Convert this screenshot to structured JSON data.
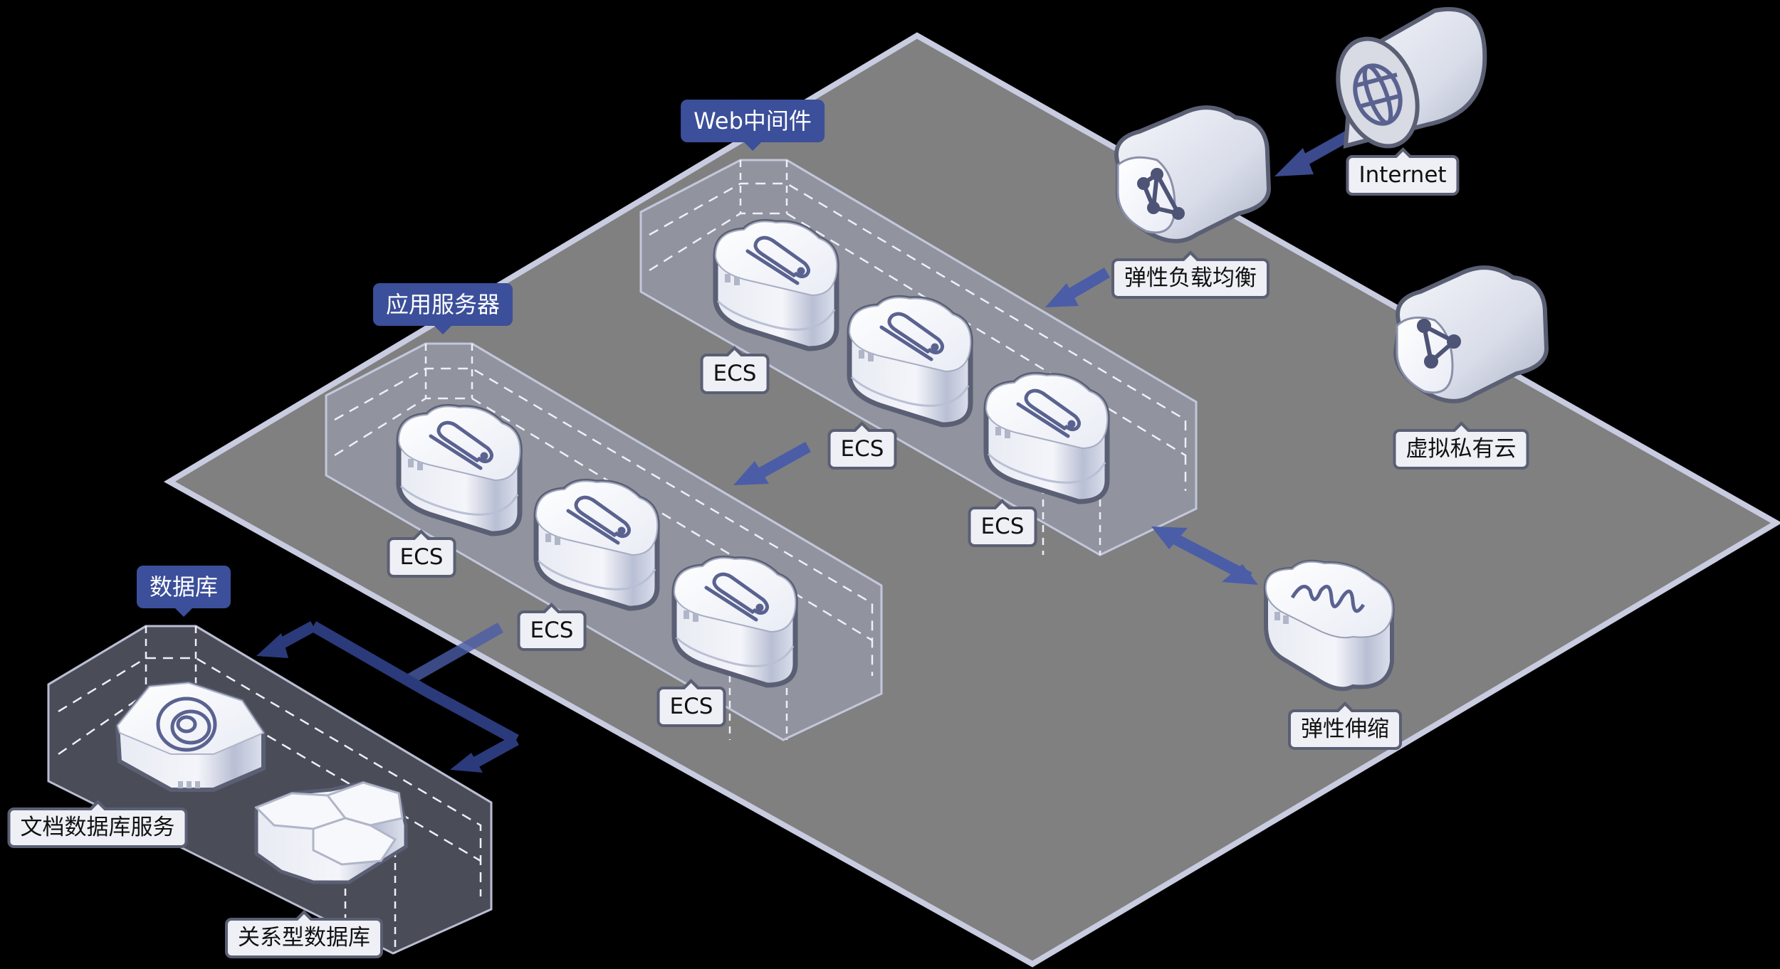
{
  "diagram": {
    "groups": {
      "web_middleware": "Web中间件",
      "app_servers": "应用服务器",
      "database": "数据库"
    },
    "nodes": {
      "internet": {
        "label": "Internet",
        "icon": "globe-icon"
      },
      "load_balancer": {
        "label": "弹性负载均衡",
        "icon": "network-triangle-icon"
      },
      "vpc": {
        "label": "虚拟私有云",
        "icon": "triangle-nodes-icon"
      },
      "auto_scaling": {
        "label": "弹性伸缩",
        "icon": "spring-coil-icon"
      },
      "doc_db": {
        "label": "文档数据库服务",
        "icon": "spiral-icon"
      },
      "rel_db": {
        "label": "关系型数据库",
        "icon": "hexagon-cluster-icon"
      }
    },
    "web_ecs": [
      {
        "label": "ECS",
        "icon": "paperclip-icon"
      },
      {
        "label": "ECS",
        "icon": "paperclip-icon"
      },
      {
        "label": "ECS",
        "icon": "paperclip-icon"
      }
    ],
    "app_ecs": [
      {
        "label": "ECS",
        "icon": "paperclip-icon"
      },
      {
        "label": "ECS",
        "icon": "paperclip-icon"
      },
      {
        "label": "ECS",
        "icon": "paperclip-icon"
      }
    ],
    "flows": [
      {
        "from": "Internet",
        "to": "弹性负载均衡",
        "type": "one-way"
      },
      {
        "from": "弹性负载均衡",
        "to": "Web中间件",
        "type": "one-way"
      },
      {
        "from": "Web中间件",
        "to": "应用服务器",
        "type": "one-way"
      },
      {
        "from": "应用服务器",
        "to": "数据库",
        "type": "branch"
      },
      {
        "from": "Web中间件",
        "to": "弹性伸缩",
        "type": "two-way"
      }
    ]
  },
  "colors": {
    "background": "#000000",
    "platform": "#808080",
    "platform_edge": "#c9cce0",
    "arrow": "#4a5da6",
    "arrow_dark": "#2b3a7a",
    "tag_bg": "#3b4f9a",
    "label_bg": "#eef0f6",
    "outline": "#5b5f74"
  }
}
